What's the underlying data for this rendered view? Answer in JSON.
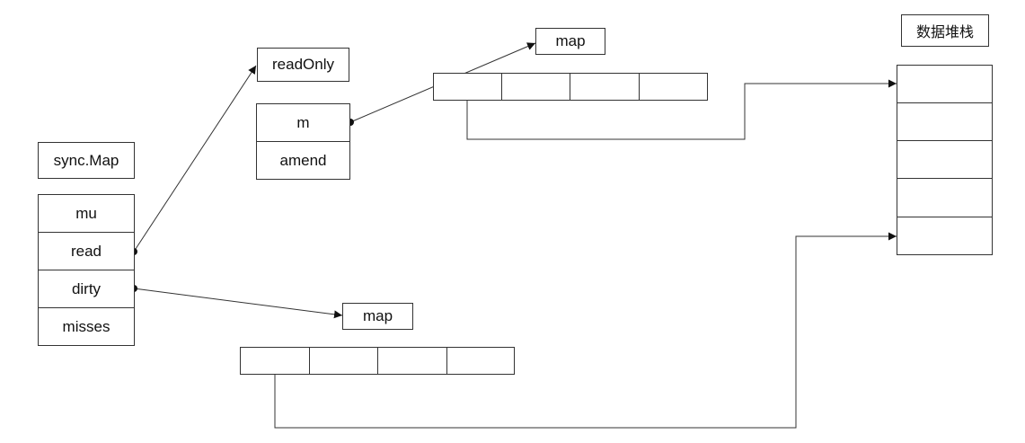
{
  "syncmap": {
    "title": "sync.Map",
    "fields": [
      "mu",
      "read",
      "dirty",
      "misses"
    ]
  },
  "readonly": {
    "title": "readOnly",
    "fields": [
      "m",
      "amend"
    ]
  },
  "map_top": {
    "label": "map",
    "slots": 4
  },
  "map_bottom": {
    "label": "map",
    "slots": 4
  },
  "stack": {
    "title": "数据堆栈",
    "slots": 5
  },
  "colors": {
    "stroke": "#333333",
    "background": "#ffffff"
  }
}
